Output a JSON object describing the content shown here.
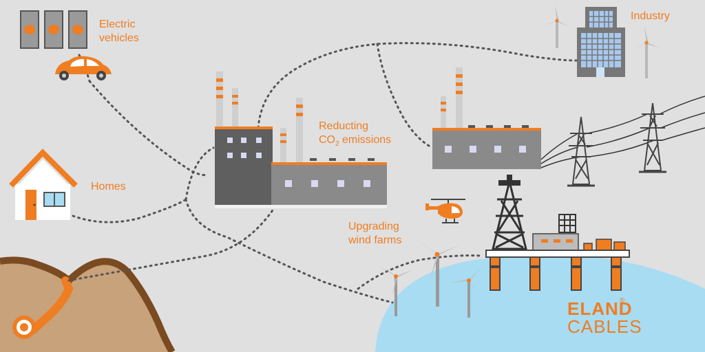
{
  "labels": {
    "electric_vehicles_line1": "Electric",
    "electric_vehicles_line2": "vehicles",
    "industry": "Industry",
    "homes": "Homes",
    "reducing_line1": "Reducting",
    "reducing_co": "CO",
    "reducing_sub": "2",
    "reducing_rest": " emissions",
    "upgrading_line1": "Upgrading",
    "upgrading_line2": "wind farms"
  },
  "logo": {
    "line1": "ELAND",
    "line2": "CABLES",
    "mark": "®"
  },
  "colors": {
    "background": "#e0e0e0",
    "accent": "#ef7d22",
    "building": "#777777",
    "sea": "#a8dcf2",
    "cable_dots": "#555555",
    "ground": "#c8a27a"
  },
  "icons": [
    "ev-charger-icon",
    "car-icon",
    "house-icon",
    "factory-icon",
    "power-pylon-icon",
    "helicopter-icon",
    "oil-platform-icon",
    "wind-turbine-icon",
    "office-building-icon",
    "cable-cross-section-icon"
  ]
}
